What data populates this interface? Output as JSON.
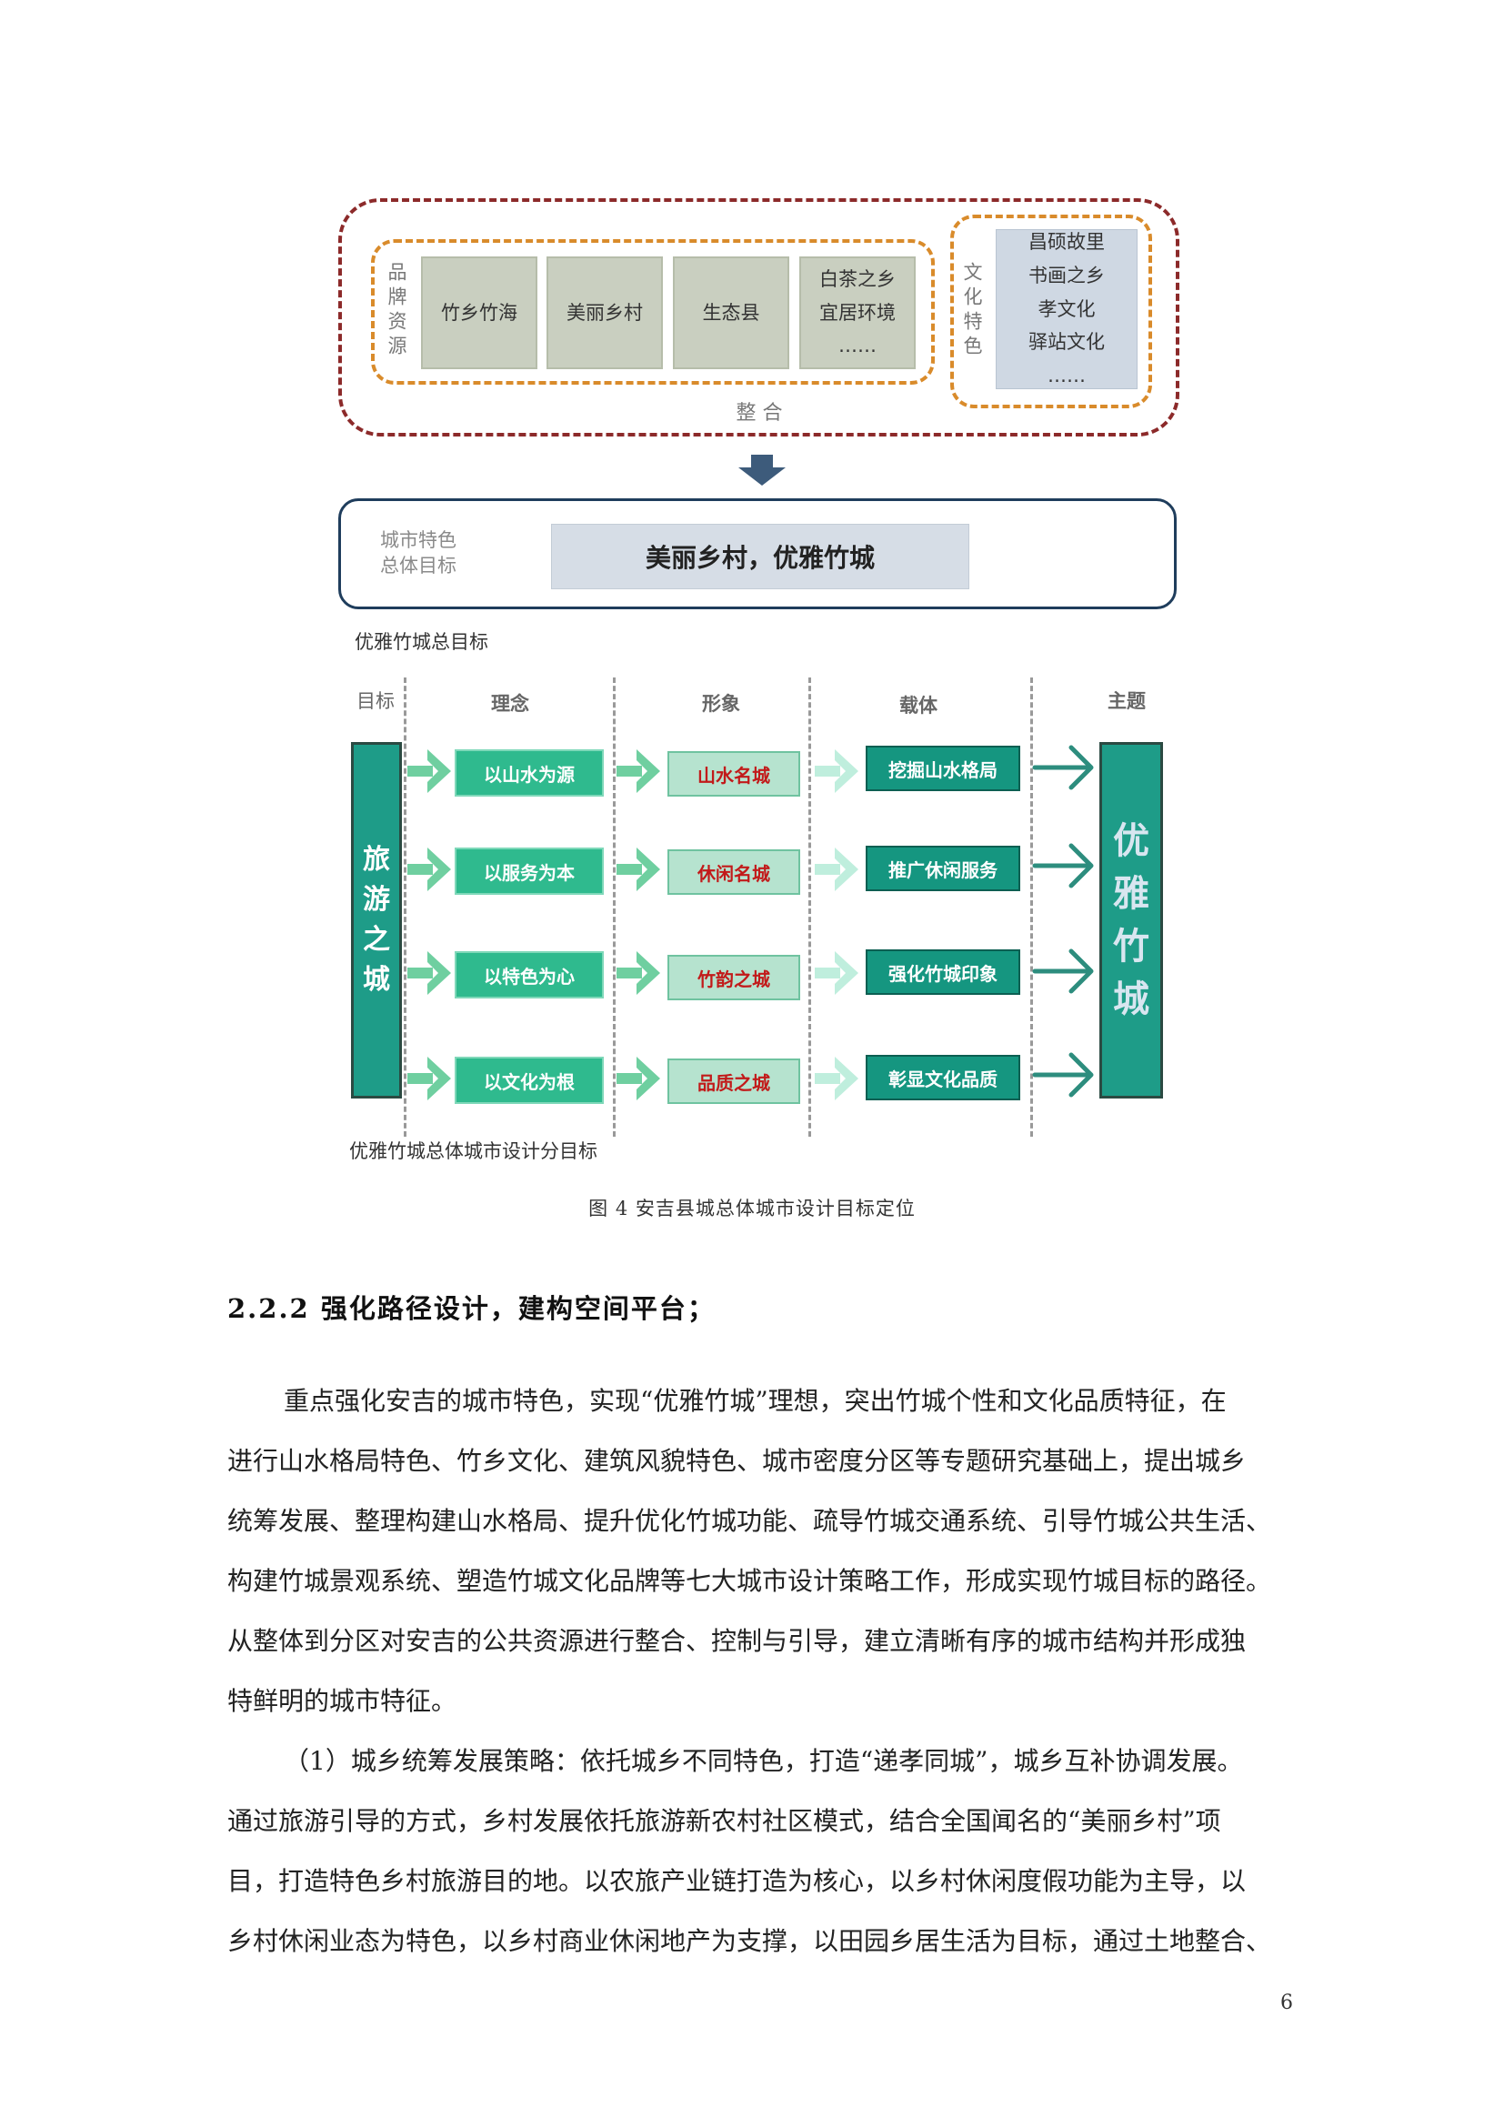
{
  "diagram": {
    "brand_label": "品牌资源",
    "brand_items": [
      [
        "竹乡竹海"
      ],
      [
        "美丽乡村"
      ],
      [
        "生态县"
      ],
      [
        "白茶之乡",
        "宜居环境",
        "……"
      ]
    ],
    "culture_label": "文化特色",
    "culture_items": [
      "昌硕故里",
      "书画之乡",
      "孝文化",
      "驿站文化",
      "……"
    ],
    "integrate_label": "整 合"
  },
  "goal": {
    "label_lines": [
      "城市特色",
      "总体目标"
    ],
    "value": "美丽乡村，优雅竹城",
    "caption": "优雅竹城总目标"
  },
  "strategy": {
    "headers": {
      "target": "目标",
      "concept": "理念",
      "image": "形象",
      "carrier": "载体",
      "theme": "主题"
    },
    "left_chars": [
      "旅",
      "游",
      "之",
      "城"
    ],
    "right_chars": [
      "优",
      "雅",
      "竹",
      "城"
    ],
    "concepts": [
      "以山水为源",
      "以服务为本",
      "以特色为心",
      "以文化为根"
    ],
    "images": [
      "山水名城",
      "休闲名城",
      "竹韵之城",
      "品质之城"
    ],
    "carriers": [
      "挖掘山水格局",
      "推广休闲服务",
      "强化竹城印象",
      "彰显文化品质"
    ],
    "caption": "优雅竹城总体城市设计分目标"
  },
  "figure_caption": "图 4  安吉县城总体城市设计目标定位",
  "section_title": "2.2.2 强化路径设计，建构空间平台；",
  "paragraph1": [
    "重点强化安吉的城市特色，实现“优雅竹城”理想，突出竹城个性和文化品质特征，在",
    "进行山水格局特色、竹乡文化、建筑风貌特色、城市密度分区等专题研究基础上，提出城乡",
    "统筹发展、整理构建山水格局、提升优化竹城功能、疏导竹城交通系统、引导竹城公共生活、",
    "构建竹城景观系统、塑造竹城文化品牌等七大城市设计策略工作，形成实现竹城目标的路径。",
    "从整体到分区对安吉的公共资源进行整合、控制与引导，建立清晰有序的城市结构并形成独",
    "特鲜明的城市特征。"
  ],
  "paragraph2": [
    "（1）城乡统筹发展策略：依托城乡不同特色，打造“递孝同城”，城乡互补协调发展。",
    "通过旅游引导的方式，乡村发展依托旅游新农村社区模式，结合全国闻名的“美丽乡村”项",
    "目，打造特色乡村旅游目的地。以农旅产业链打造为核心，以乡村休闲度假功能为主导，以",
    "乡村休闲业态为特色，以乡村商业休闲地产为支撑，以田园乡居生活为目标，通过土地整合、"
  ],
  "page_number": "6",
  "colors": {
    "outer_dash": "#8c2a2a",
    "inner_dash": "#d98b2b",
    "teal": "#1e9c88",
    "concept_green": "#2fba8e",
    "image_text_red": "#c21a1a",
    "carrier_teal": "#159680",
    "goal_frame": "#1f3d5c"
  }
}
